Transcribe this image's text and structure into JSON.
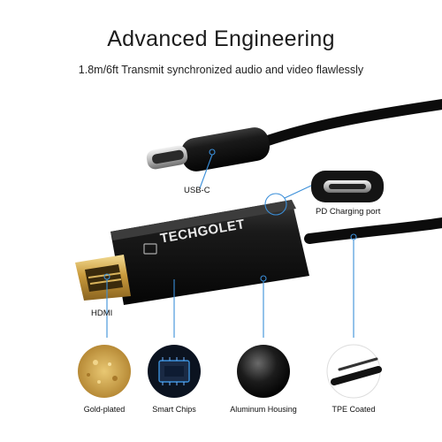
{
  "header": {
    "title": "Advanced Engineering",
    "subtitle": "1.8m/6ft Transmit synchronized audio and video flawlessly"
  },
  "callouts": {
    "usb_c": "USB-C",
    "pd_port": "PD Charging port",
    "hdmi": "HDMI"
  },
  "brand": {
    "logo_text": "TECHGOLET"
  },
  "features": [
    {
      "label": "Gold-plated",
      "icon": "gold-texture-icon"
    },
    {
      "label": "Smart Chips",
      "icon": "chip-icon"
    },
    {
      "label": "Aluminum Housing",
      "icon": "aluminum-sphere-icon"
    },
    {
      "label": "TPE Coated",
      "icon": "cable-cross-section-icon"
    }
  ],
  "colors": {
    "callout_line": "#3b8fd9",
    "cable": "#0c0c0c",
    "gold": "#d8b058"
  }
}
